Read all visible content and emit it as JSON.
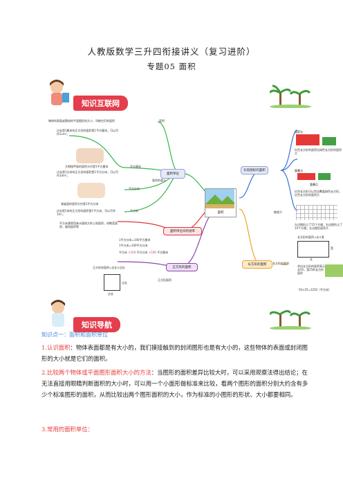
{
  "header": {
    "title": "人教版数学三升四衔接讲义（复习进阶）",
    "subtitle": "专题05  面积"
  },
  "banner1": {
    "label": "知识互联网"
  },
  "banner2": {
    "label": "知识导航"
  },
  "mindmap": {
    "center": "面积",
    "left": {
      "meaning": {
        "label": "面积的意义",
        "desc": "物体的表面或围成的平面图形的大小，叫做它们的面积",
        "tag": "面积"
      },
      "units": {
        "label": "面积单位",
        "sq_cm_desc": "边长是1厘米的正方形的面积是1平方厘米，可以写作1cm²。",
        "sq_cm_tag": "平方厘米",
        "sq_dm_caption": "大拇指甲面的面积大约是1平方厘米",
        "sq_dm_desc": "边长是1分米的正方形的面积是1平方分米，可以写作1dm²。",
        "sq_dm_tag": "平方分米",
        "sq_m_caption": "课桌面的面积大约是1平方分米",
        "sq_m_desc": "边长是1米的正方形的面积是1平方米，可以写作1m²。",
        "sq_m_tag": "平方米",
        "note": "平方米通常用来计量较大的土地面积，如教室面积、操场面积等"
      },
      "rates": {
        "label": "面积单位间的进率",
        "r1": "1平方分米=100平方厘米",
        "r2": "1平方米=100平方分米",
        "chain_a": "平方米",
        "chain_b": "平方分米",
        "chain_c": "平方厘米",
        "x100": "×100",
        "d100": "÷100"
      },
      "square": {
        "label": "正方形的面积",
        "formula": "正方形的面积=边长×边长",
        "tag": "正方形面积",
        "side": "边长",
        "side2": "边长"
      }
    },
    "right": {
      "compare": {
        "label": "比较图形的面积",
        "m1": "观察法",
        "m1_desc": "红色长方形的面积比绿色长方形的面积大",
        "m2": "重叠法",
        "m2_tag": "重叠后",
        "m2_desc": "红色长方形可以完全覆盖绿色长方形，红色长方形的面积大",
        "m3": "数格子",
        "m3_desc": "左边图形占了15个方格，右边图形占了14个方格，左边图形面积大"
      },
      "rect": {
        "label": "长方形的面积",
        "tag": "长方形的面积",
        "formula": "长方形的面积=长×宽",
        "len": "长",
        "wid": "宽",
        "example": "求出长方形的面积表示长50，宽25的长方形面积",
        "calc": "50×25=1250（平方米）"
      }
    }
  },
  "section": {
    "point": "知识点一：面积和面积单位",
    "p1_head": "1.认识面积",
    "p1_body": "：物体表面都是有大小的，我们摸接触到的封闭图形也是有大小的，这些物体的表面或封闭图形的大小就是它们的面积。",
    "p2_head": "2.比较两个物体或平面图形面积大小的方法",
    "p2_body": "：当图形的面积差异比较大时，可以采用观察法得出结论；在无法直接用眼睛判断面积的大小时，可以用一个小面形做标准来比较，看两个图形的面积分别大约含有多少个标准图形的面积，从而比较出两个图形面积的大小，作为标准的小图形的形状、大小都要相同。",
    "p3_head": "3.常用的面积单位："
  },
  "colors": {
    "accent": "#e43d4c",
    "blue": "#4a8bd6",
    "red": "#e0413f"
  }
}
